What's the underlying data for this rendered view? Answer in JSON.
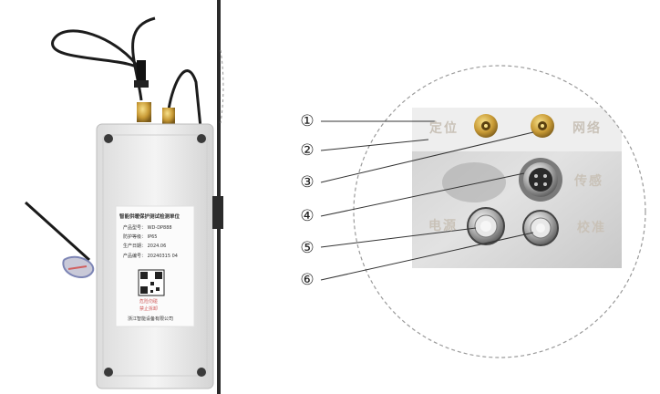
{
  "device_label": {
    "title": "智能供暖保护测试检测单位",
    "lines": [
      "产品型号：  WD-DP888",
      "防护等级：  IP65",
      "生产日期：  2024.06",
      "产品编号：  20240315 04"
    ],
    "warning": [
      "危险勿碰",
      "禁止拆卸"
    ],
    "maker": "浙江智能设备有限公司"
  },
  "panel": {
    "top_left": "定位",
    "top_right": "网络",
    "middle_right": "传感",
    "bottom_left": "电源",
    "bottom_right": "校准"
  },
  "callouts": [
    "①",
    "②",
    "③",
    "④",
    "⑤",
    "⑥"
  ]
}
